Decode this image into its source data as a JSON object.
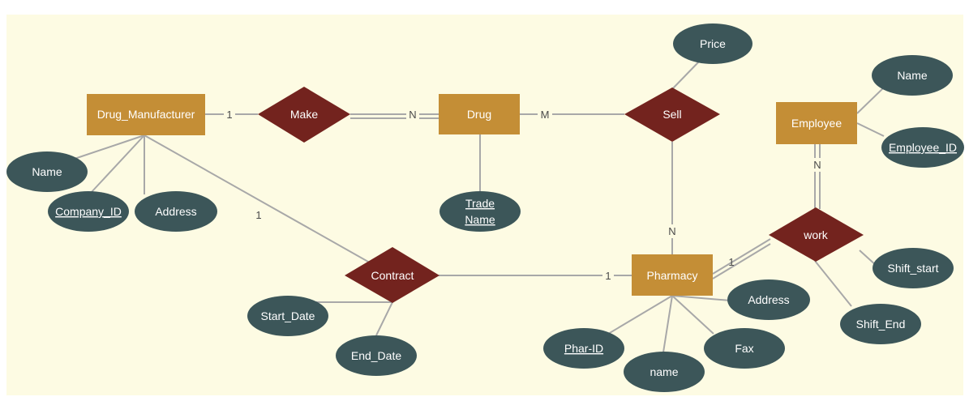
{
  "colors": {
    "canvas": "#fdfbe3",
    "entity": "#c48e36",
    "relationship": "#73231e",
    "attribute": "#3c5659",
    "line": "#a8a8a8",
    "text": "#ffffff",
    "cardinality": "#4a4a4a"
  },
  "entities": {
    "drug_manufacturer": "Drug_Manufacturer",
    "drug": "Drug",
    "employee": "Employee",
    "pharmacy": "Pharmacy"
  },
  "relationships": {
    "make": "Make",
    "sell": "Sell",
    "contract": "Contract",
    "work": "work"
  },
  "attributes": {
    "price": "Price",
    "employee_name": "Name",
    "employee_id": "Employee_ID",
    "manufacturer_name": "Name",
    "company_id": "Company_ID",
    "manufacturer_address": "Address",
    "trade_name_line1": "Trade",
    "trade_name_line2": "Name",
    "start_date": "Start_Date",
    "end_date": "End_Date",
    "pharmacy_address": "Address",
    "phar_id": "Phar-ID",
    "fax": "Fax",
    "pharmacy_name": "name",
    "shift_start": "Shift_start",
    "shift_end": "Shift_End"
  },
  "cardinalities": {
    "manufacturer_make": "1",
    "make_drug": "N",
    "drug_sell": "M",
    "sell_pharmacy": "N",
    "manufacturer_contract": "1",
    "contract_pharmacy": "1",
    "employee_work": "N",
    "pharmacy_work": "1"
  }
}
